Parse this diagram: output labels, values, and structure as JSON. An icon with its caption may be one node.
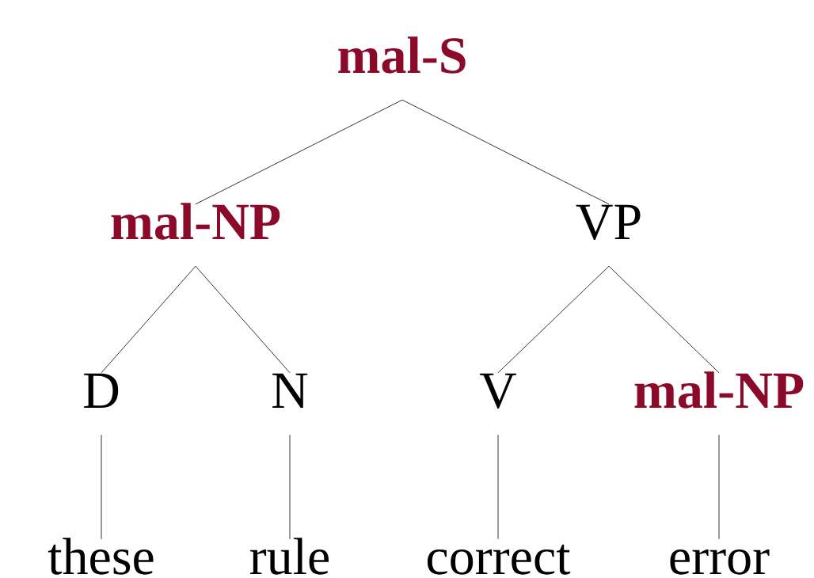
{
  "diagram": {
    "nodes": [
      {
        "text": [
          "mal-S"
        ]
      },
      {
        "text": [
          "mal-NP"
        ]
      },
      {
        "text": [
          "VP"
        ]
      },
      {
        "text": [
          "D"
        ]
      },
      {
        "text": [
          "N"
        ]
      },
      {
        "text": [
          "V"
        ]
      },
      {
        "text": [
          "mal-NP"
        ]
      },
      {
        "text": [
          "these"
        ]
      },
      {
        "text": [
          "rule"
        ]
      },
      {
        "text": [
          "correct"
        ]
      },
      {
        "text": [
          "error"
        ]
      }
    ],
    "edges": [
      {
        "from": 0,
        "to": 1,
        "arrow": "none"
      },
      {
        "from": 0,
        "to": 2,
        "arrow": "none"
      },
      {
        "from": 1,
        "to": 3,
        "arrow": "none"
      },
      {
        "from": 1,
        "to": 4,
        "arrow": "none"
      },
      {
        "from": 2,
        "to": 5,
        "arrow": "none"
      },
      {
        "from": 2,
        "to": 6,
        "arrow": "none"
      },
      {
        "from": 3,
        "to": 7,
        "arrow": "none"
      },
      {
        "from": 4,
        "to": 8,
        "arrow": "none"
      },
      {
        "from": 5,
        "to": 9,
        "arrow": "none"
      },
      {
        "from": 6,
        "to": 10,
        "arrow": "none"
      }
    ]
  }
}
